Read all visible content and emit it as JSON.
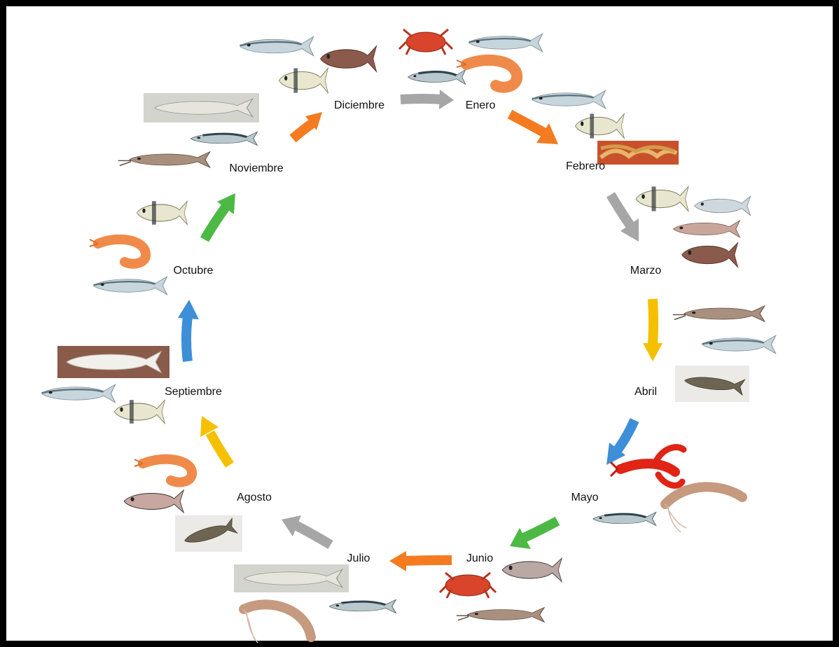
{
  "months": [
    {
      "id": "enero",
      "label": "Enero"
    },
    {
      "id": "febrero",
      "label": "Febrero"
    },
    {
      "id": "marzo",
      "label": "Marzo"
    },
    {
      "id": "abril",
      "label": "Abril"
    },
    {
      "id": "mayo",
      "label": "Mayo"
    },
    {
      "id": "junio",
      "label": "Junio"
    },
    {
      "id": "julio",
      "label": "Julio"
    },
    {
      "id": "agosto",
      "label": "Agosto"
    },
    {
      "id": "septiembre",
      "label": "Septiembre"
    },
    {
      "id": "octubre",
      "label": "Octubre"
    },
    {
      "id": "noviembre",
      "label": "Noviembre"
    },
    {
      "id": "diciembre",
      "label": "Diciembre"
    }
  ],
  "arrows": [
    {
      "from": "diciembre",
      "to": "enero",
      "color": "#a6a6a6"
    },
    {
      "from": "enero",
      "to": "febrero",
      "color": "#f47b20"
    },
    {
      "from": "febrero",
      "to": "marzo",
      "color": "#a6a6a6"
    },
    {
      "from": "marzo",
      "to": "abril",
      "color": "#f5c000"
    },
    {
      "from": "abril",
      "to": "mayo",
      "color": "#3d8fd8"
    },
    {
      "from": "mayo",
      "to": "junio",
      "color": "#4cb944"
    },
    {
      "from": "junio",
      "to": "julio",
      "color": "#f47b20"
    },
    {
      "from": "julio",
      "to": "agosto",
      "color": "#a6a6a6"
    },
    {
      "from": "agosto",
      "to": "septiembre",
      "color": "#f5c000"
    },
    {
      "from": "septiembre",
      "to": "octubre",
      "color": "#3d8fd8"
    },
    {
      "from": "octubre",
      "to": "noviembre",
      "color": "#4cb944"
    },
    {
      "from": "noviembre",
      "to": "diciembre",
      "color": "#f47b20"
    }
  ],
  "species_icons": {
    "mullet": "mullet-fish-icon",
    "seabream": "seabream-fish-icon",
    "redfish": "red-porgy-fish-icon",
    "mackerel": "mackerel-fish-icon",
    "catfish": "catfish-fish-icon",
    "croaker": "croaker-fish-icon",
    "carp": "carp-fish-icon",
    "crab": "crab-icon",
    "shrimp": "shrimp-icon",
    "prawn": "prawn-icon",
    "lobster": "lobster-icon",
    "fried_dish": "fried-fish-dish-icon"
  },
  "colors": {
    "gray": "#a6a6a6",
    "orange": "#f47b20",
    "yellow": "#f5c000",
    "blue": "#3d8fd8",
    "green": "#4cb944"
  }
}
